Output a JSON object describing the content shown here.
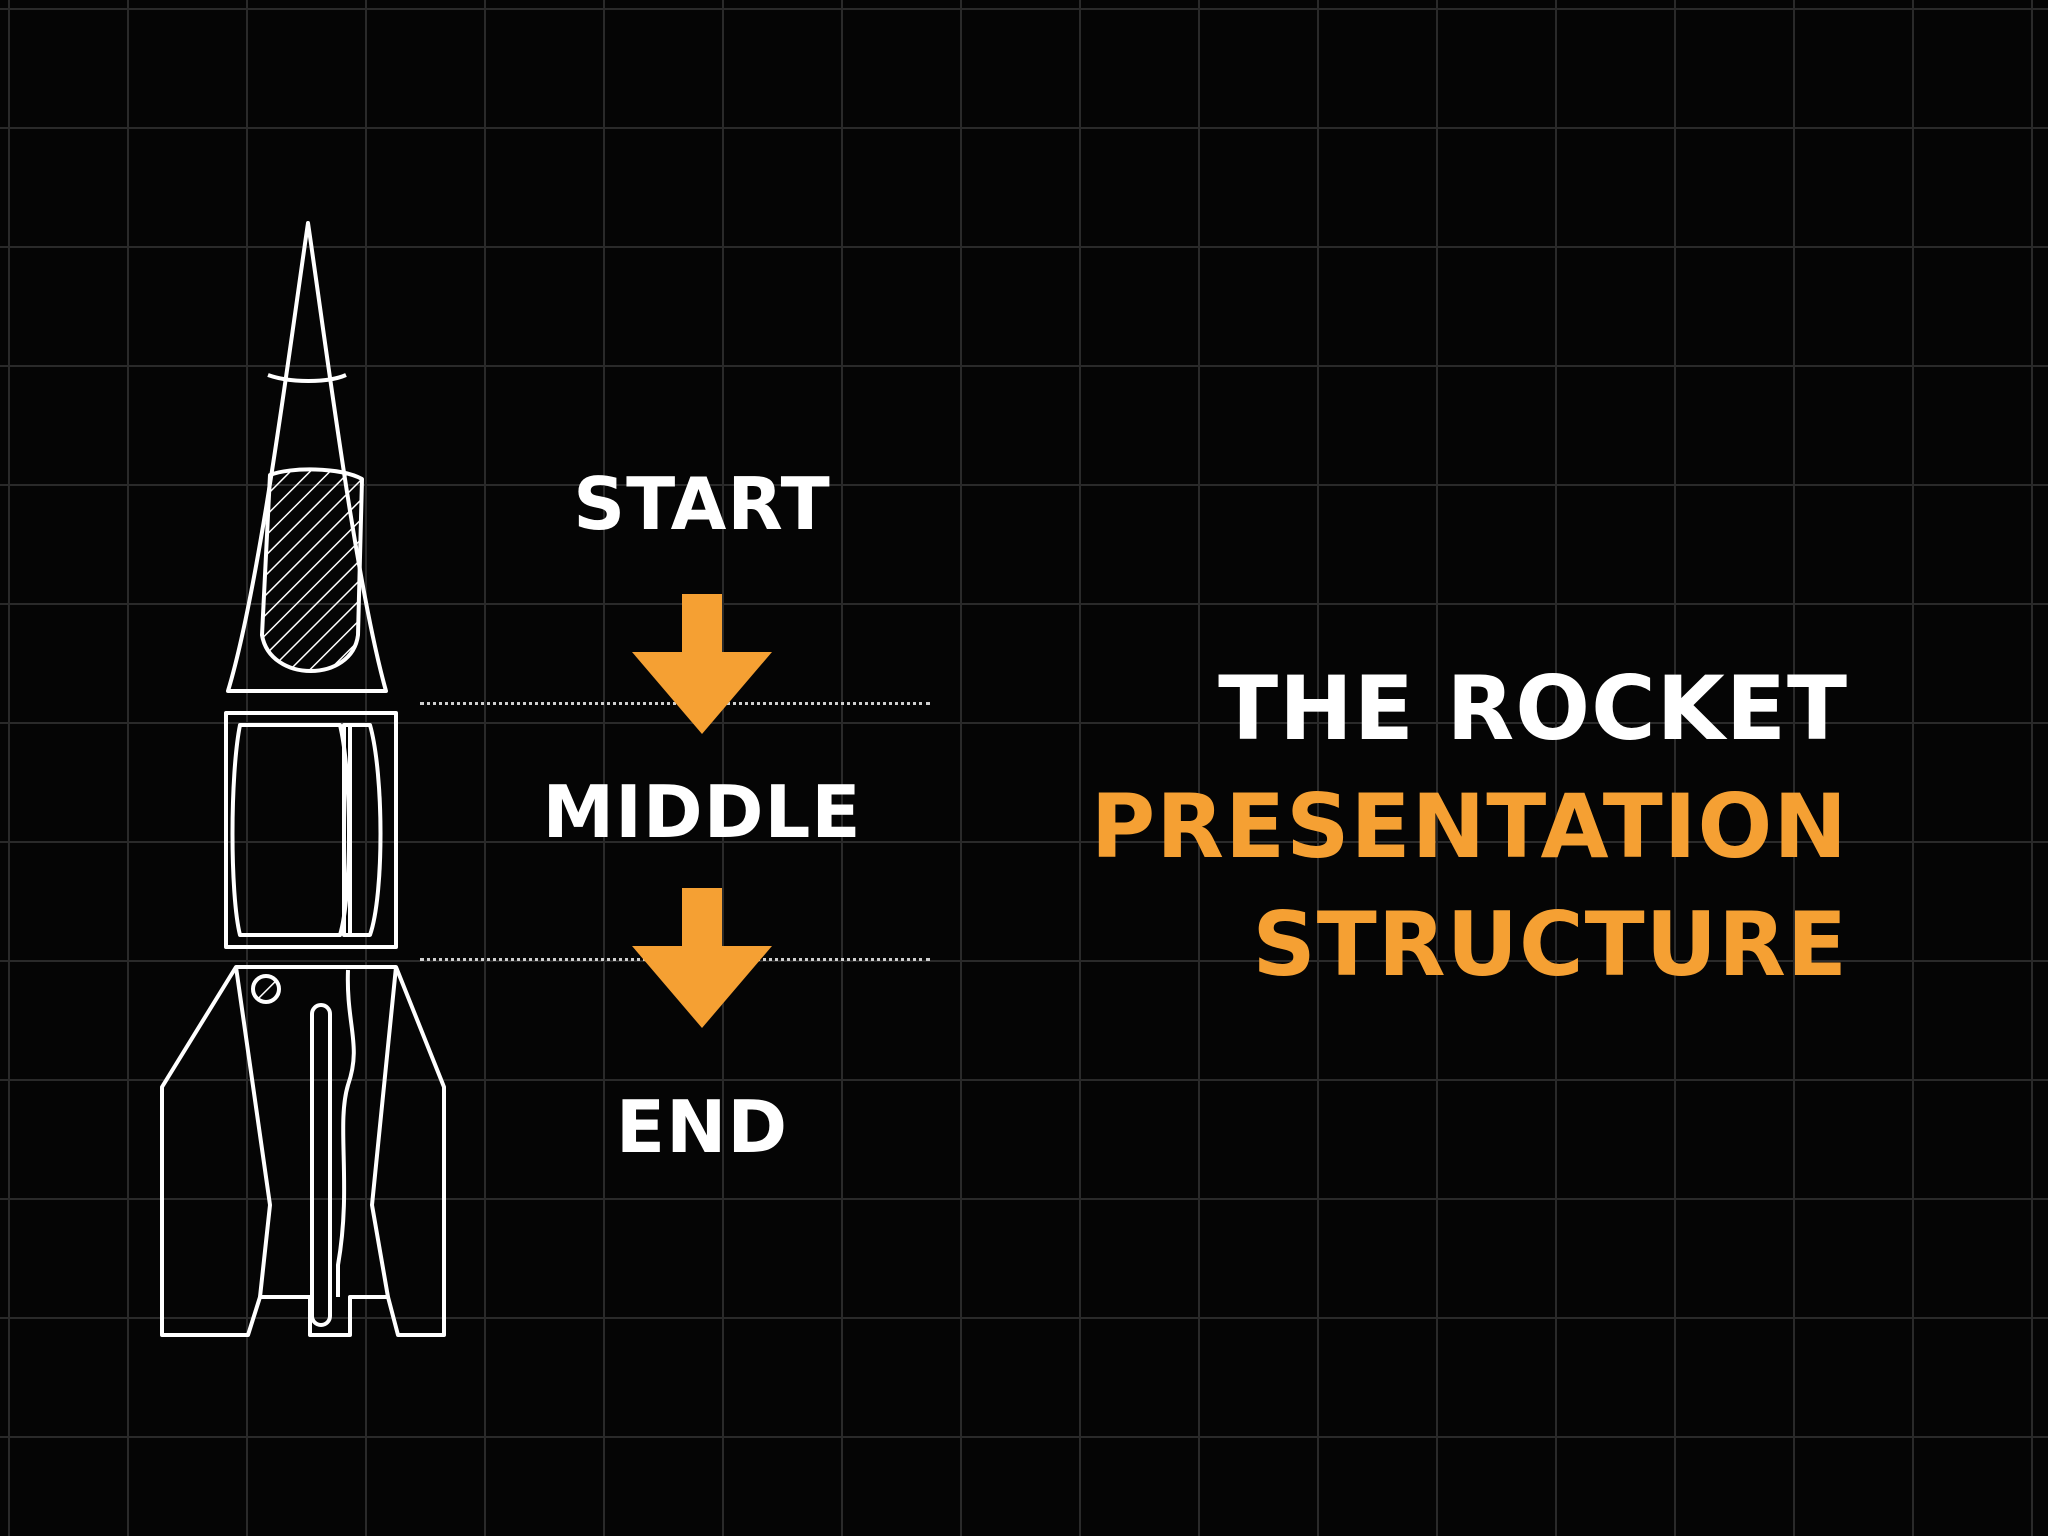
{
  "colors": {
    "background": "#050505",
    "grid": "#2a2a2a",
    "accent": "#f5a033",
    "text": "#ffffff"
  },
  "stages": [
    {
      "label": "START"
    },
    {
      "label": "MIDDLE"
    },
    {
      "label": "END"
    }
  ],
  "title": {
    "line1": "THE ROCKET",
    "line2": "PRESENTATION",
    "line3": "STRUCTURE"
  }
}
